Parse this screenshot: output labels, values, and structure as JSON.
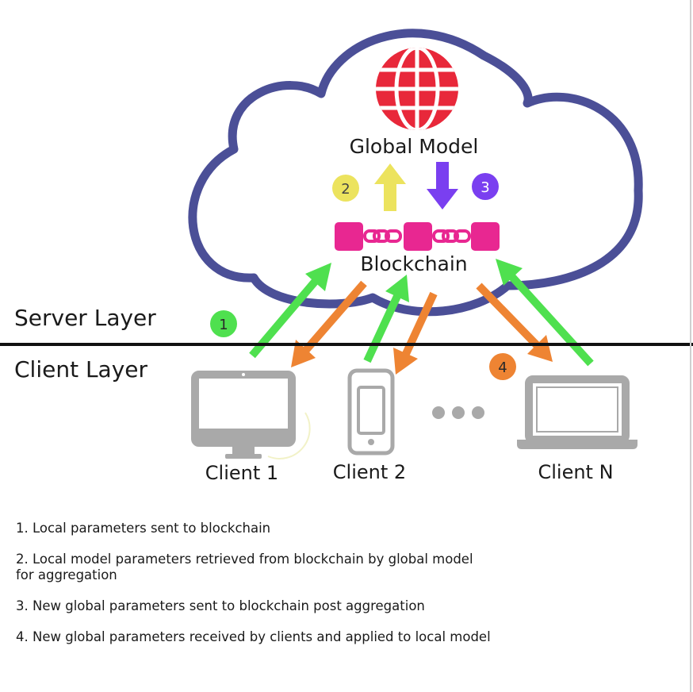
{
  "colors": {
    "cloud_stroke": "#4b4f97",
    "globe": "#e8283a",
    "blockchain": "#e82791",
    "arrow_green": "#4fe04f",
    "arrow_orange": "#ee8433",
    "arrow_yellow": "#ece35e",
    "arrow_purple": "#7a3ff0",
    "device_gray": "#a9a9a9",
    "divider": "#111111"
  },
  "cloud": {
    "global_model_label": "Global Model",
    "blockchain_label": "Blockchain",
    "globe_icon": "globe-icon",
    "blockchain_icon": "chain-link-icon"
  },
  "layers": {
    "server_label": "Server Layer",
    "client_label": "Client Layer"
  },
  "badges": [
    {
      "number": "1",
      "color": "#4fe04f"
    },
    {
      "number": "2",
      "color": "#ece35e"
    },
    {
      "number": "3",
      "color": "#7a3ff0"
    },
    {
      "number": "4",
      "color": "#ee8433"
    }
  ],
  "clients": [
    {
      "label": "Client 1",
      "icon": "desktop-monitor-icon"
    },
    {
      "label": "Client 2",
      "icon": "smartphone-icon"
    },
    {
      "label": "Client N",
      "icon": "laptop-icon"
    }
  ],
  "ellipsis_icon": "ellipsis-icon",
  "legend": [
    {
      "text": "1. Local parameters sent to blockchain"
    },
    {
      "text": "2. Local model parameters retrieved from blockchain by global model",
      "text2": "for aggregation"
    },
    {
      "text": "3. New global parameters sent to blockchain post aggregation"
    },
    {
      "text": "4. New global parameters received by clients and applied to local model"
    }
  ]
}
